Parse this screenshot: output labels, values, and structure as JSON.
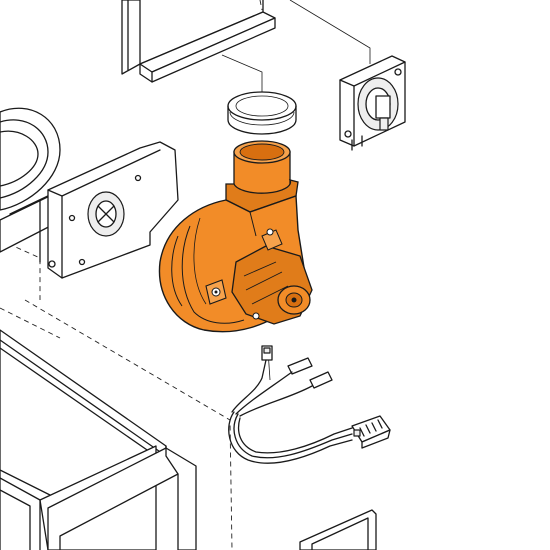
{
  "diagram": {
    "type": "exploded-parts-view",
    "highlight_color": "#f28c28",
    "highlight_shade": "#d86f10",
    "highlighted_part": "blower-fan-assembly",
    "parts": [
      "cabinet-panel-top",
      "pressure-switch",
      "outlet-sealing-ring",
      "blower-fan-assembly",
      "fan-mounting-plate",
      "burner-ring",
      "wiring-harness",
      "harness-connector",
      "cabinet-panel-bottom",
      "door-frame-lower-right"
    ]
  }
}
